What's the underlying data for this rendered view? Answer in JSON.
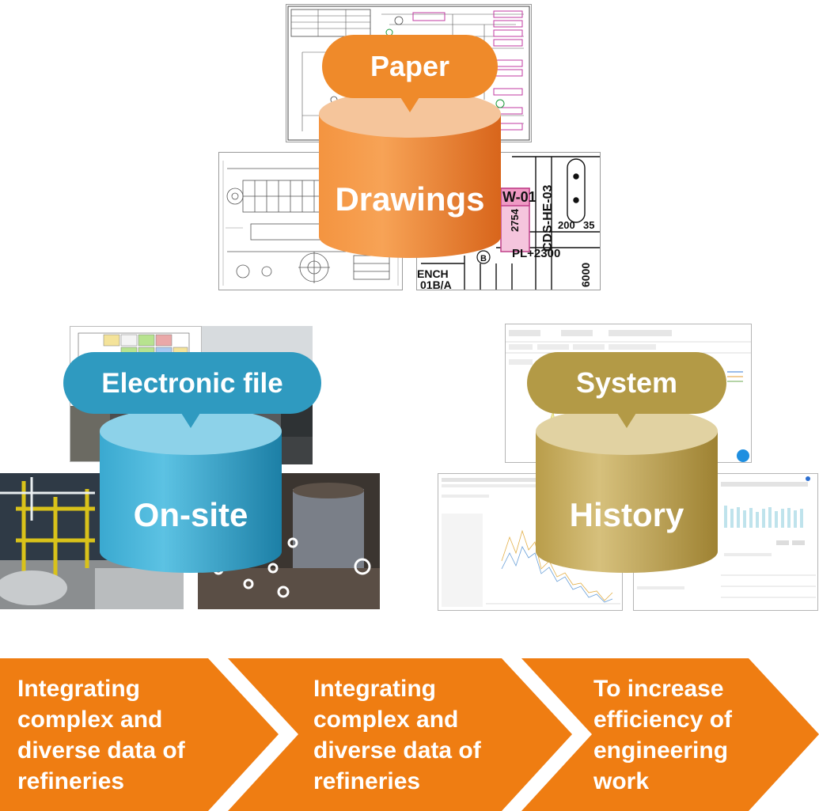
{
  "clusters": {
    "paper": {
      "bubble_label": "Paper",
      "cylinder_label": "Drawings",
      "colors": {
        "bubble": "#ef8a2a",
        "cyl_dark": "#d9661a",
        "cyl_light": "#f7a25a",
        "cyl_top": "#f6c9a0"
      }
    },
    "electronic": {
      "bubble_label": "Electronic file",
      "cylinder_label": "On-site",
      "colors": {
        "bubble": "#2f9ac0",
        "cyl_dark": "#1b7fa8",
        "cyl_light": "#4fbce0",
        "cyl_top": "#8fd3ea"
      }
    },
    "system": {
      "bubble_label": "System",
      "cylinder_label": "History",
      "colors": {
        "bubble": "#b39a46",
        "cyl_dark": "#9a7f30",
        "cyl_light": "#cdb56a",
        "cyl_top": "#e2d3a2"
      }
    }
  },
  "drawing_texts": {
    "tag_1": "W-01",
    "tag_2": "CDS-HE-03",
    "tag_3": "PL+2300",
    "tag_4": "ENCH",
    "tag_5": "01B/A",
    "tag_6": "6000",
    "tag_7": "2754",
    "tag_8": "200",
    "tag_9": "35"
  },
  "arrows": [
    {
      "text": "Integrating\ncomplex and\ndiverse data of\nrefineries"
    },
    {
      "text": "Integrating\ncomplex and\ndiverse data of\nrefineries"
    },
    {
      "text": "To increase\nefficiency of\nengineering\nwork"
    }
  ],
  "arrow_color": "#ef7d12"
}
